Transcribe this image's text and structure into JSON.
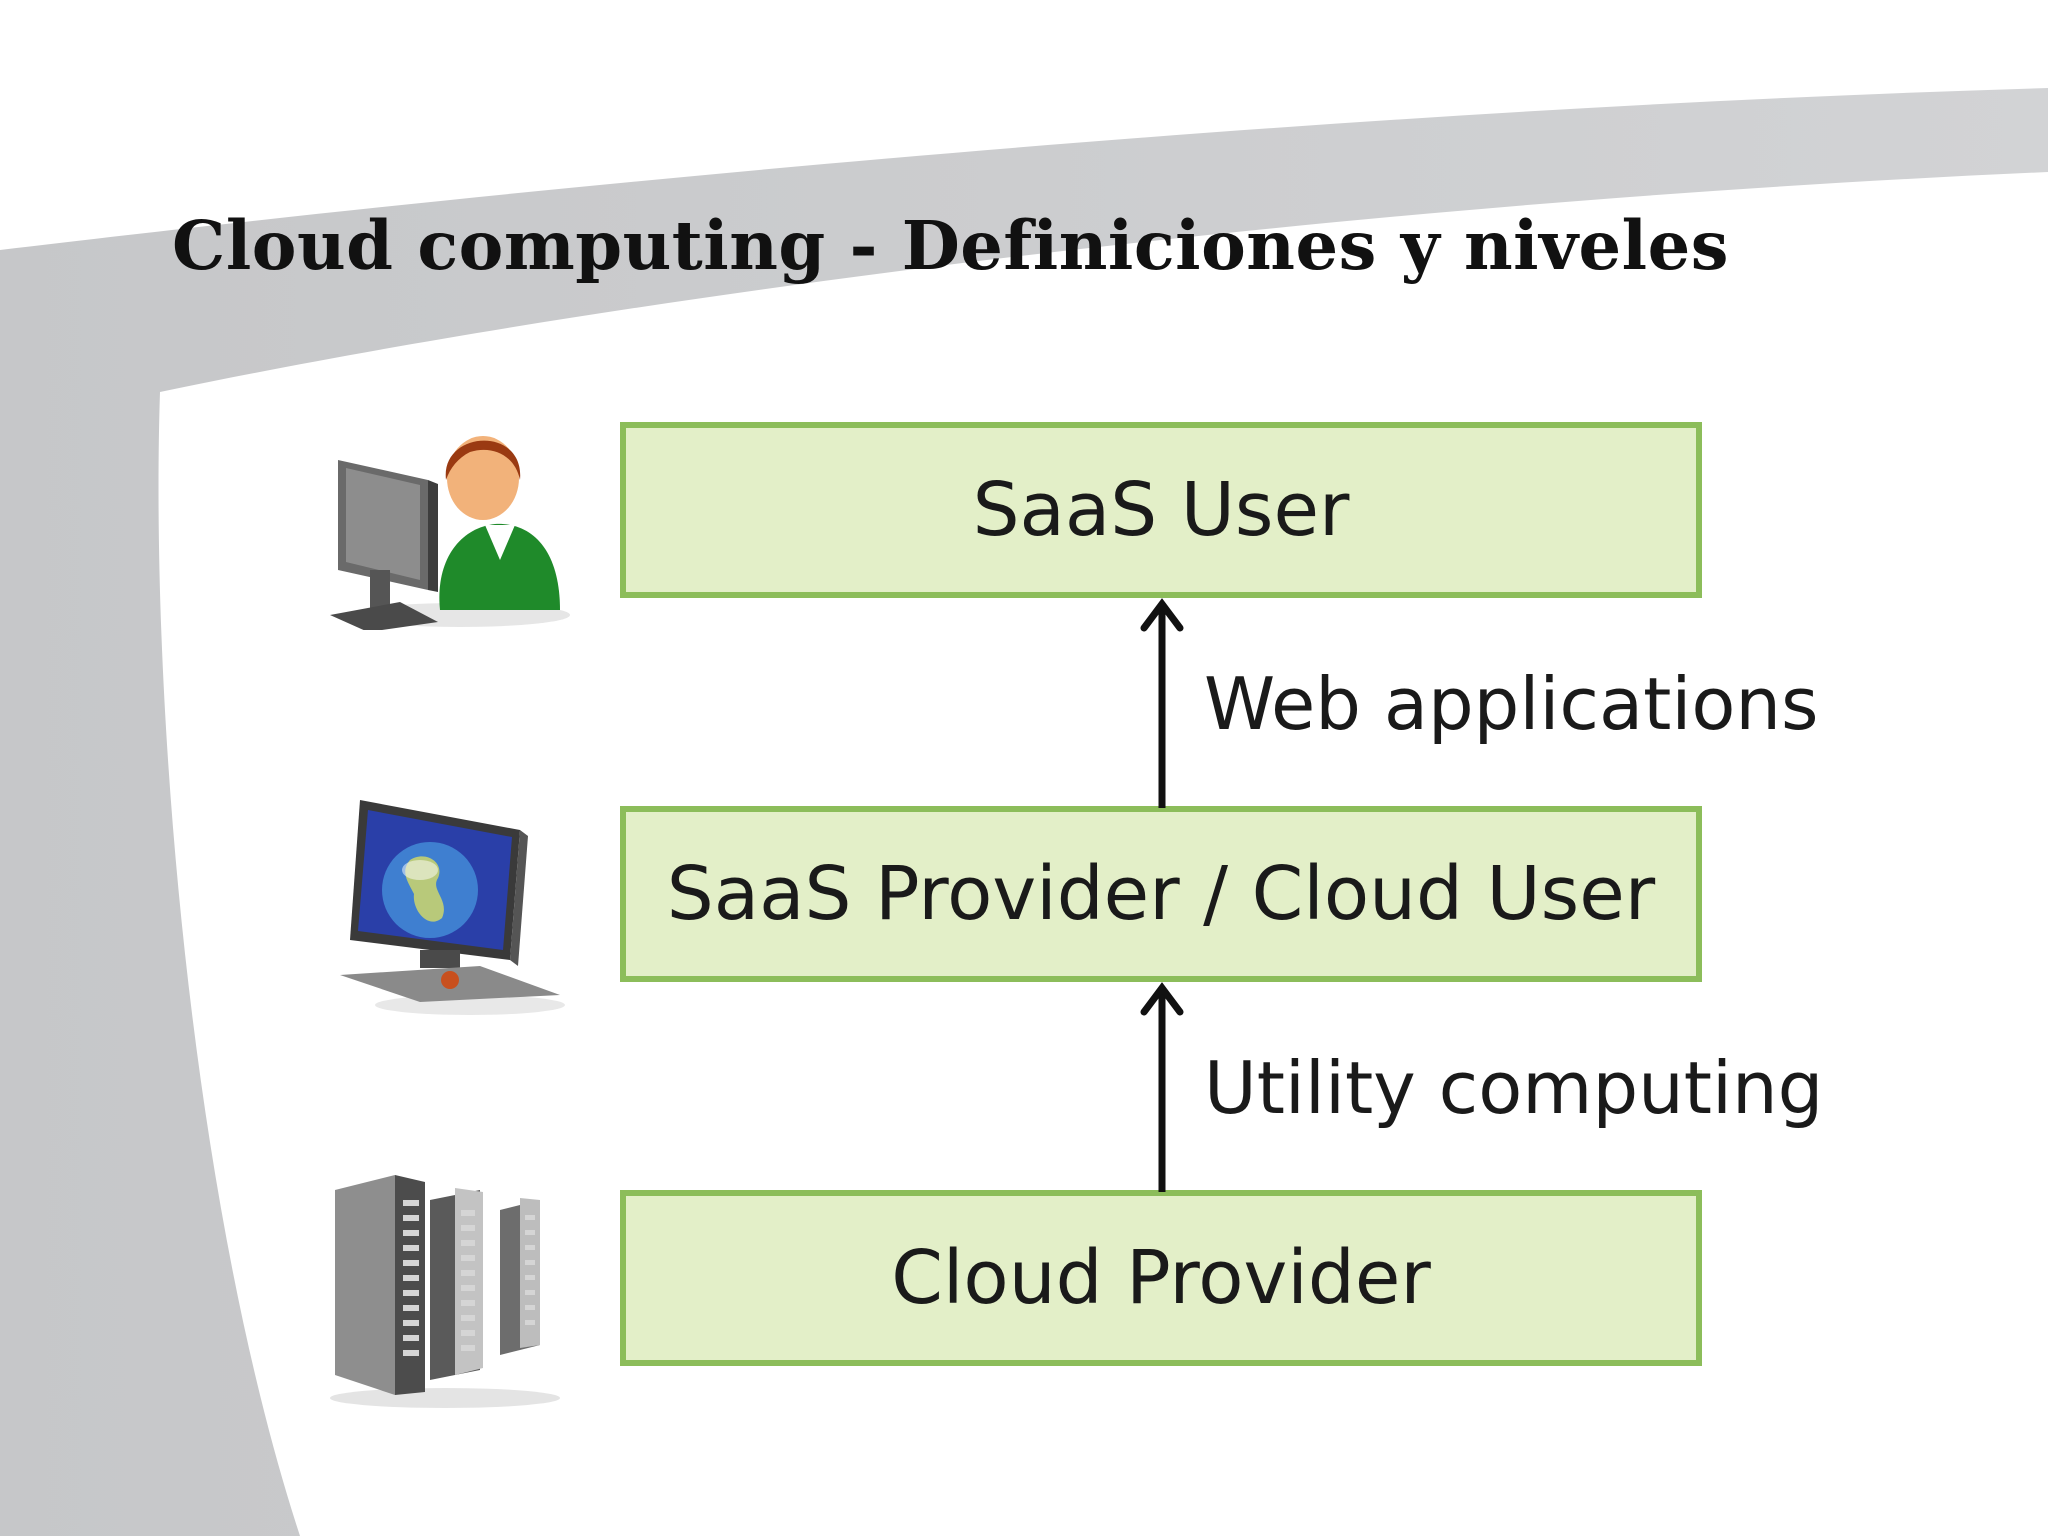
{
  "slide": {
    "title": "Cloud computing - Definiciones y niveles"
  },
  "diagram": {
    "layers": [
      {
        "label": "SaaS User",
        "icon": "user-at-computer-icon"
      },
      {
        "label": "SaaS Provider / Cloud User",
        "icon": "globe-monitor-icon"
      },
      {
        "label": "Cloud Provider",
        "icon": "server-rack-icon"
      }
    ],
    "relations": [
      {
        "label": "Web applications",
        "from": "SaaS Provider / Cloud User",
        "to": "SaaS User"
      },
      {
        "label": "Utility computing",
        "from": "Cloud Provider",
        "to": "SaaS Provider / Cloud User"
      }
    ],
    "colors": {
      "box_fill": "#e3efc8",
      "box_border": "#8cbd5a",
      "arrow": "#111111",
      "title": "#111111",
      "background_swoosh": "#cfd0d2"
    }
  }
}
